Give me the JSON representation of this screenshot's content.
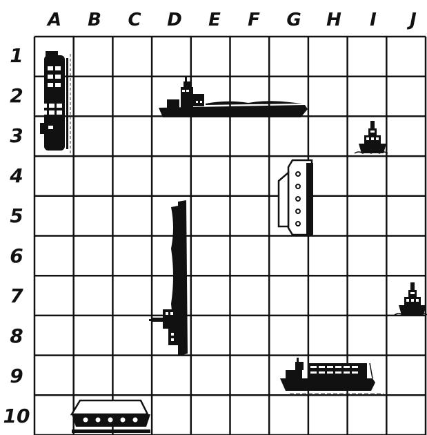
{
  "board": {
    "columns": [
      "A",
      "B",
      "C",
      "D",
      "E",
      "F",
      "G",
      "H",
      "I",
      "J"
    ],
    "rows": [
      "1",
      "2",
      "3",
      "4",
      "5",
      "6",
      "7",
      "8",
      "9",
      "10"
    ]
  },
  "ships": [
    {
      "name": "container-ship",
      "cells": [
        "A1",
        "A2",
        "A3"
      ],
      "orientation": "vertical"
    },
    {
      "name": "cargo-ship",
      "cells": [
        "D2",
        "E2",
        "F2",
        "G2"
      ],
      "orientation": "horizontal"
    },
    {
      "name": "tugboat",
      "cells": [
        "I3"
      ],
      "orientation": "single"
    },
    {
      "name": "ferry",
      "cells": [
        "G4",
        "G5"
      ],
      "orientation": "vertical"
    },
    {
      "name": "cargo-ship",
      "cells": [
        "D5",
        "D6",
        "D7",
        "D8"
      ],
      "orientation": "vertical"
    },
    {
      "name": "tugboat",
      "cells": [
        "J7"
      ],
      "orientation": "single"
    },
    {
      "name": "container-ship",
      "cells": [
        "G9",
        "H9",
        "I9"
      ],
      "orientation": "horizontal"
    },
    {
      "name": "ferry",
      "cells": [
        "B10",
        "C10"
      ],
      "orientation": "horizontal"
    }
  ]
}
